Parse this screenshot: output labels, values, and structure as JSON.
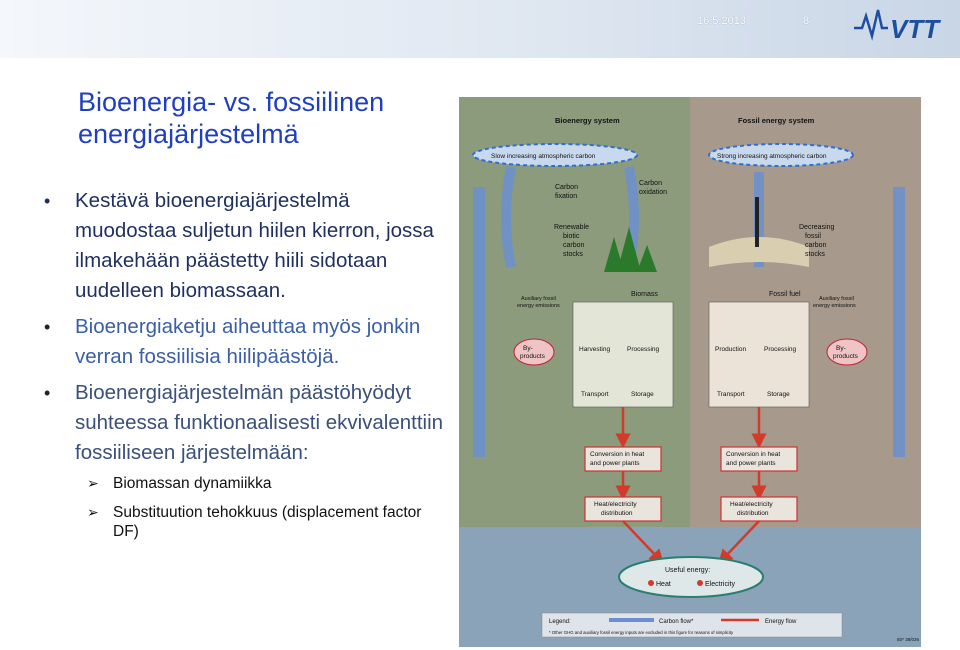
{
  "header": {
    "date": "16.5.2013",
    "page_number": "8",
    "logo_text": "VTT"
  },
  "title": {
    "line1": "Bioenergia- vs. fossiilinen",
    "line2": "energiajärjestelmä"
  },
  "bullets": [
    {
      "text": "Kestävä bioenergiajärjestelmä muodostaa suljetun hiilen kierron, jossa ilmakehään päästetty hiili sidotaan uudelleen biomassaan."
    },
    {
      "text": "Bioenergiaketju aiheuttaa myös jonkin verran fossiilisia hiilipäästöjä."
    },
    {
      "text": "Bioenergiajärjestelmän päästöhyödyt suhteessa funktionaalisesti ekvivalenttiin fossiiliseen järjestelmään:"
    }
  ],
  "sub_bullets": [
    {
      "text": "Biomassan dynamiikka"
    },
    {
      "text": "Substituution tehokkuus (displacement factor DF)"
    }
  ],
  "diagram": {
    "bio_title": "Bioenergy system",
    "fossil_title": "Fossil energy system",
    "bio_atmo": "Slow increasing atmospheric carbon",
    "fossil_atmo": "Strong increasing atmospheric carbon",
    "carbon_fixation": [
      "Carbon",
      "fixation"
    ],
    "carbon_oxidation": [
      "Carbon",
      "oxidation"
    ],
    "renewable": [
      "Renewable",
      "biotic",
      "carbon",
      "stocks"
    ],
    "decreasing": [
      "Decreasing",
      "fossil",
      "carbon",
      "stocks"
    ],
    "biomass": "Biomass",
    "fossil_fuel": "Fossil fuel",
    "aux_left": [
      "Auxiliary fossil",
      "energy emissions"
    ],
    "aux_right": [
      "Auxiliary fossil",
      "energy emissions"
    ],
    "byproducts_left": [
      "By-",
      "products"
    ],
    "byproducts_right": [
      "By-",
      "products"
    ],
    "harvesting": "Harvesting",
    "processing_left": "Processing",
    "production": "Production",
    "processing_right": "Processing",
    "transport_left": "Transport",
    "storage_left": "Storage",
    "transport_right": "Transport",
    "storage_right": "Storage",
    "conversion_left": [
      "Conversion in heat",
      "and power plants"
    ],
    "conversion_right": [
      "Conversion in heat",
      "and power plants"
    ],
    "distribution_left": [
      "Heat/electricity",
      "distribution"
    ],
    "distribution_right": [
      "Heat/electricity",
      "distribution"
    ],
    "useful_energy": "Useful energy:",
    "heat": "Heat",
    "electricity": "Electricity",
    "legend": "Legend:",
    "carbon_flow": "Carbon flow*",
    "energy_flow": "Energy flow",
    "footnote": "* Other GHG and auxiliary fossil energy inputs are excluded in this figure for reasons of simplicity",
    "ref": "IEF 38/026"
  }
}
